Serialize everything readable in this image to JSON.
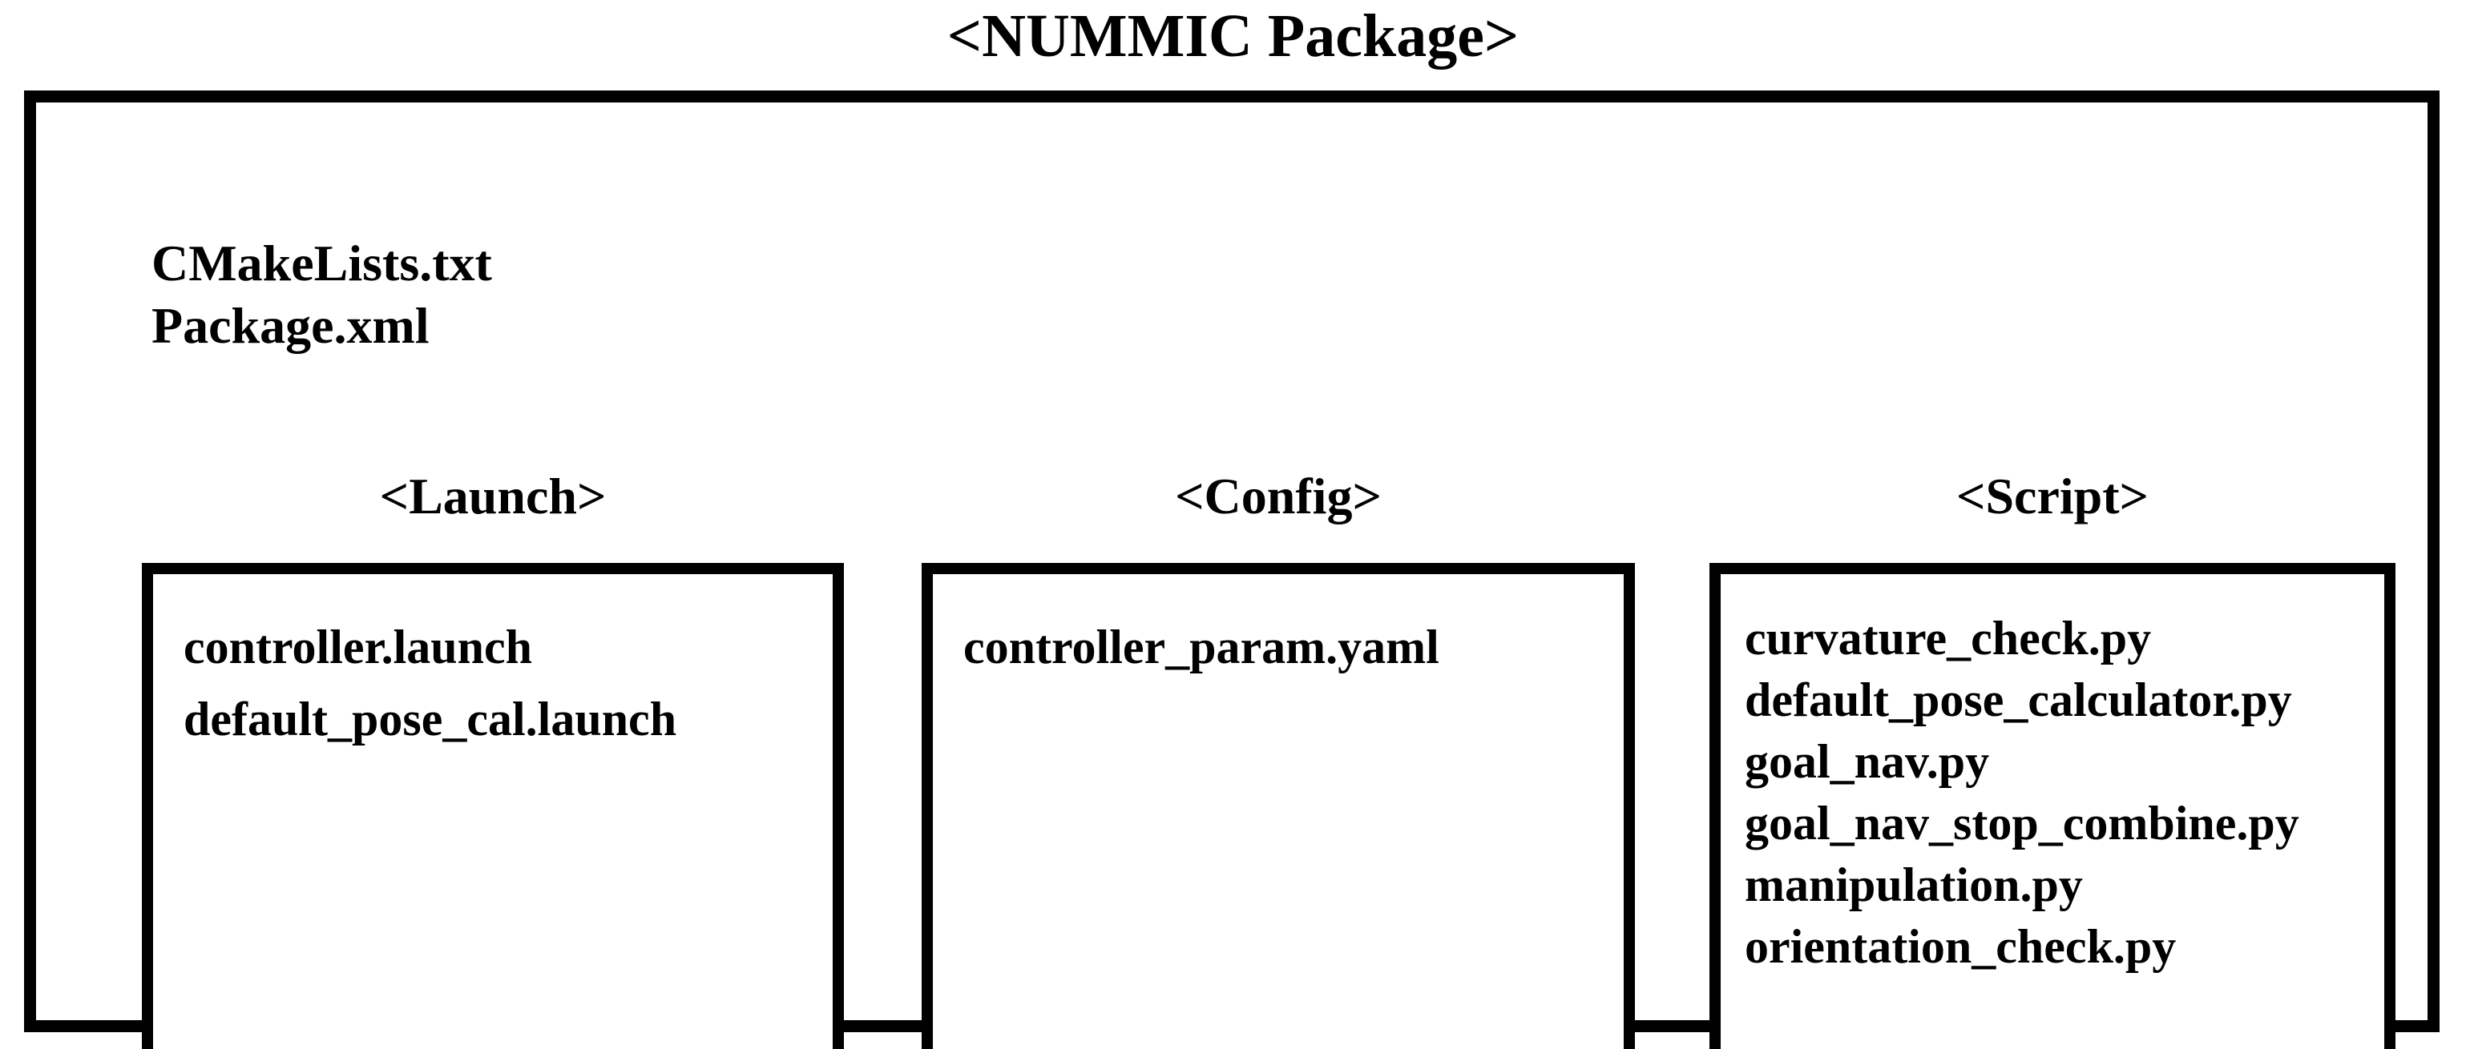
{
  "diagram": {
    "title": "<NUMMIC Package>",
    "root_files": {
      "cmakelists": "CMakeLists.txt",
      "package_xml": "Package.xml"
    },
    "sections": [
      {
        "label": "<Launch>",
        "files": [
          "controller.launch",
          "default_pose_cal.launch"
        ]
      },
      {
        "label": "<Config>",
        "files": [
          "controller_param.yaml"
        ]
      },
      {
        "label": "<Script>",
        "files": [
          "curvature_check.py",
          "default_pose_calculator.py",
          "goal_nav.py",
          "goal_nav_stop_combine.py",
          "manipulation.py",
          "orientation_check.py"
        ]
      }
    ],
    "colors": {
      "foreground": "#000000",
      "background": "#ffffff"
    }
  }
}
